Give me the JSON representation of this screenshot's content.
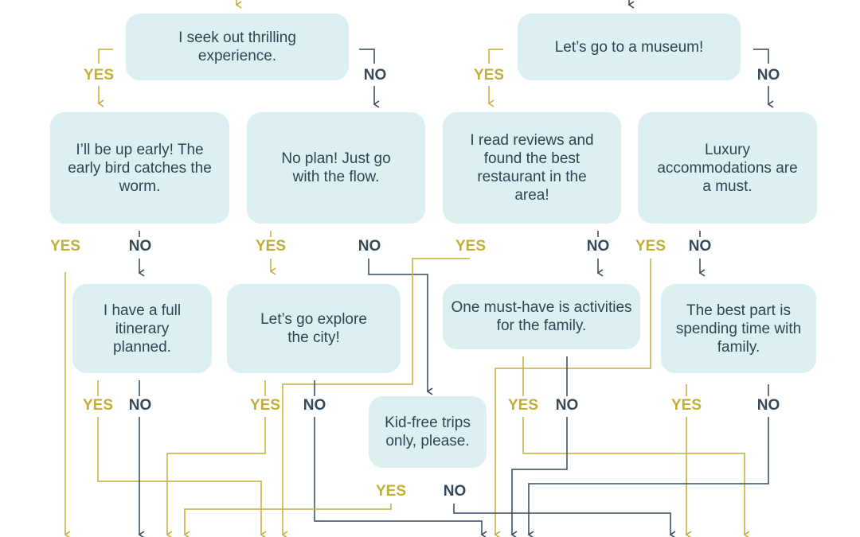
{
  "colors": {
    "yes": "#c4ae3a",
    "no": "#34495a",
    "box_fill": "#dcf0f2",
    "box_text": "#2e4452"
  },
  "labels": {
    "yes": "YES",
    "no": "NO"
  },
  "nodes": {
    "thrill": "I seek out thrilling experience.",
    "museum": "Let’s go to a museum!",
    "early": "I’ll be up early! The early bird catches the worm.",
    "noplan": "No plan! Just go with the flow.",
    "reviews": "I read reviews and found the best restaurant in the area!",
    "luxury": "Luxury accommodations are a must.",
    "itinerary": "I have a full itinerary planned.",
    "explore": "Let’s go explore the city!",
    "family_act": "One must-have is activities for the family.",
    "family_time": "The best part is spending time with family.",
    "kidfree": "Kid-free trips only, please."
  }
}
